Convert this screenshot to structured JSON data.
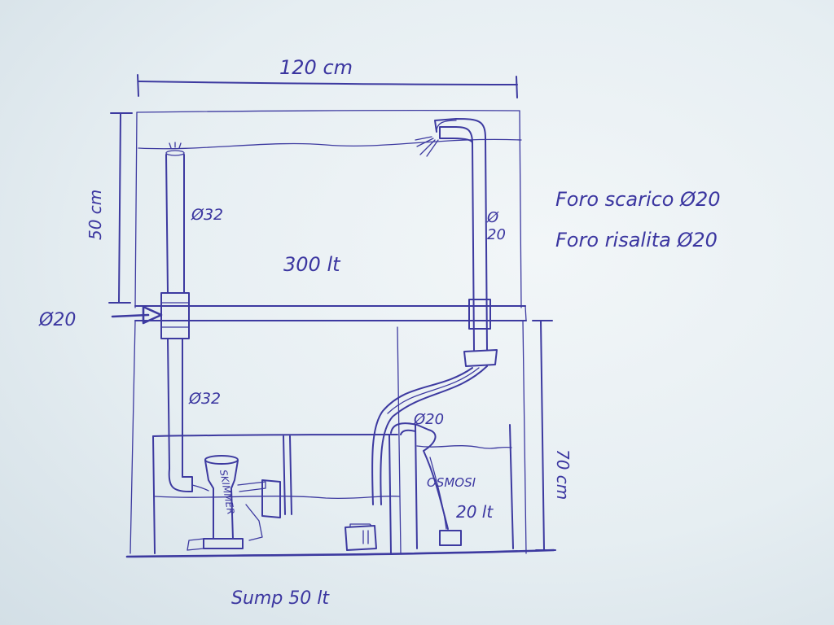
{
  "diagram": {
    "width_label": "120 cm",
    "tank_height_label": "50 cm",
    "cabinet_height_label": "70 cm",
    "tank_volume": "300 lt",
    "sump_label": "Sump 50 lt",
    "inlet_pipe_diameter": "Ø20",
    "overflow_pipe_upper": "Ø32",
    "overflow_pipe_lower": "Ø32",
    "return_pipe_diameter": "Ø20",
    "return_pipe_sump": "Ø20",
    "skimmer_label": "SKIMMER",
    "osmosis_label": "OSMOSI",
    "osmosis_volume": "20 lt",
    "notes": [
      "Foro scarico Ø20",
      "Foro risalita Ø20"
    ]
  },
  "colors": {
    "ink": "#3d3aa0"
  }
}
